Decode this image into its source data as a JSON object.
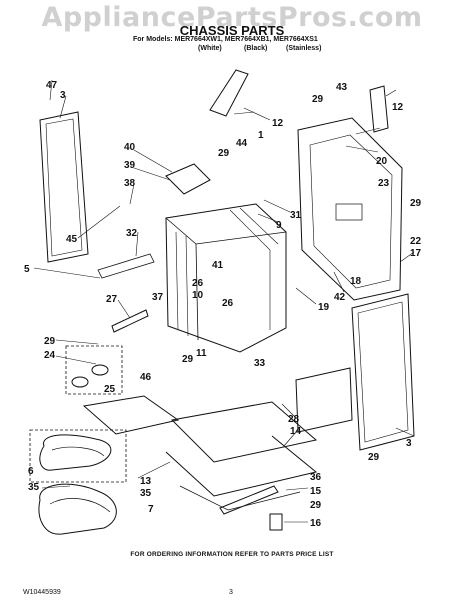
{
  "watermark": "AppliancePartsPros.com",
  "title": "CHASSIS PARTS",
  "models_line": "For Models: MER7664XW1, MER7664XB1, MER7664XS1",
  "finishes": [
    "(White)",
    "(Black)",
    "(Stainless)"
  ],
  "callouts": [
    "47",
    "3",
    "40",
    "39",
    "38",
    "45",
    "32",
    "5",
    "27",
    "37",
    "29",
    "24",
    "25",
    "46",
    "6",
    "35",
    "7",
    "13",
    "35",
    "1",
    "44",
    "12",
    "29",
    "31",
    "9",
    "41",
    "26",
    "10",
    "26",
    "11",
    "29",
    "33",
    "43",
    "29",
    "12",
    "20",
    "23",
    "29",
    "22",
    "17",
    "42",
    "18",
    "19",
    "28",
    "14",
    "3",
    "29",
    "36",
    "15",
    "29",
    "16"
  ],
  "footer_note": "FOR ORDERING INFORMATION REFER TO PARTS PRICE LIST",
  "doc_number": "W10445939",
  "page_number": "3",
  "colors": {
    "ink": "#111111",
    "watermark": "#d0d0d0"
  }
}
